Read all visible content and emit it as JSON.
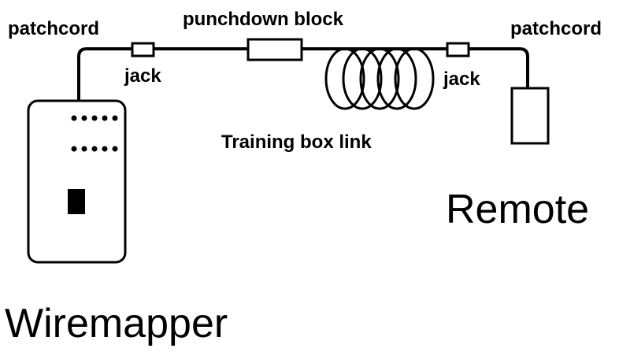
{
  "labels": {
    "patchcord_left": "patchcord",
    "jack_left": "jack",
    "punchdown_block": "punchdown block",
    "jack_right": "jack",
    "patchcord_right": "patchcord",
    "training_box_link": "Training box link",
    "remote": "Remote",
    "wiremapper": "Wiremapper"
  },
  "colors": {
    "line": "#000000",
    "background": "#ffffff"
  }
}
